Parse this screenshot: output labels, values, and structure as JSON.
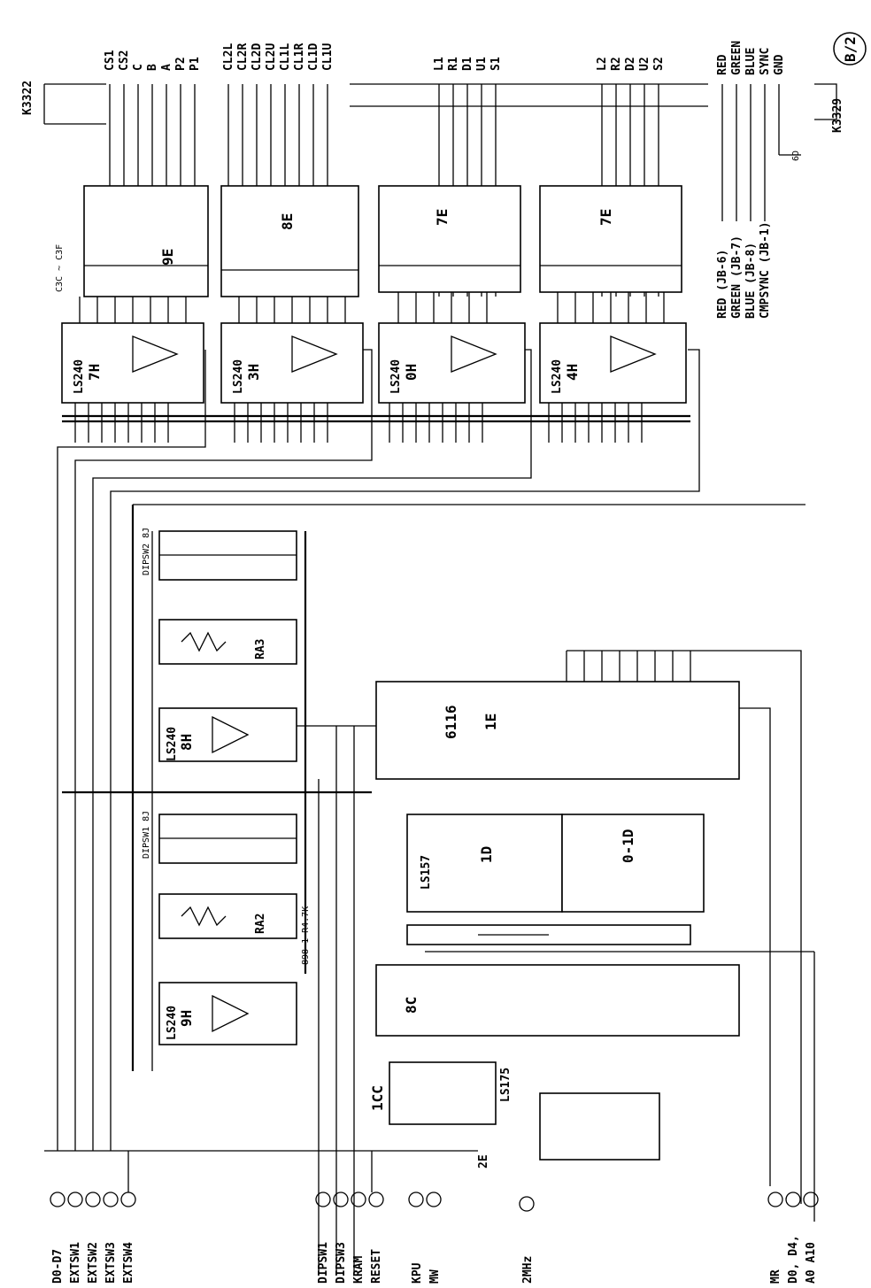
{
  "sheet": {
    "page_mark": "B/2"
  },
  "connectors": {
    "top_left": "K3322",
    "bottom_right": "K3329"
  },
  "top_outputs": {
    "group1": [
      "CS1",
      "CS2",
      "C",
      "B",
      "A",
      "P2",
      "P1"
    ],
    "group2": [
      "CL2L",
      "CL2R",
      "CL2D",
      "CL2U",
      "CL1L",
      "CL1R",
      "CL1D",
      "CL1U"
    ],
    "group3": [
      "L1",
      "R1",
      "D1",
      "U1",
      "S1"
    ],
    "group4": [
      "L2",
      "R2",
      "D2",
      "U2",
      "S2"
    ],
    "video": [
      "RED",
      "GREEN",
      "BLUE",
      "SYNC",
      "GND"
    ],
    "video_src": [
      "RED (JB-6)",
      "GREEN (JB-7)",
      "BLUE (JB-8)",
      "CMPSYNC (JB-1)"
    ],
    "gnd_pin": "6D"
  },
  "chips": {
    "u7h": {
      "type": "LS240",
      "ref": "7H"
    },
    "u3h": {
      "type": "LS240",
      "ref": "3H"
    },
    "u0h": {
      "type": "LS240",
      "ref": "0H"
    },
    "u4h": {
      "type": "LS240",
      "ref": "4H"
    },
    "u9e": {
      "ref": "9E"
    },
    "u8e": {
      "ref": "8E"
    },
    "u7e": {
      "ref": "7E"
    },
    "u1e_top": {
      "ref": "7E"
    },
    "u8h": {
      "type": "LS240",
      "ref": "8H"
    },
    "u9h": {
      "type": "LS240",
      "ref": "9H"
    },
    "ra3": {
      "ref": "RA3"
    },
    "ra2": {
      "ref": "RA2"
    },
    "dipsw_j": {
      "ref": "DIPSW2 8J"
    },
    "dipsw_i": {
      "ref": "DIPSW1 8J"
    },
    "u6116": {
      "type": "6116",
      "ref": "1E"
    },
    "u1d": {
      "type": "LS157",
      "ref": "1D"
    },
    "u0d": {
      "type": "LS157",
      "ref": "0-1D"
    },
    "u8c": {
      "ref": "8C"
    },
    "u1cc": {
      "type": "LS175",
      "ref": "1CC"
    },
    "u2e": {
      "ref": "2E"
    }
  },
  "left_signals": [
    "D0-D7",
    "EXTSW1",
    "EXTSW2",
    "EXTSW3",
    "EXTSW4",
    "DIPSW1",
    "DIPSW3",
    "KRAM",
    "RESET"
  ],
  "bottom_signals": [
    "KPU",
    "MW",
    "2MHz",
    "MR",
    "D0, D4,",
    "A0 A10"
  ],
  "notes": [
    "C3C ~ C3F",
    "898-1-R4.7K"
  ]
}
